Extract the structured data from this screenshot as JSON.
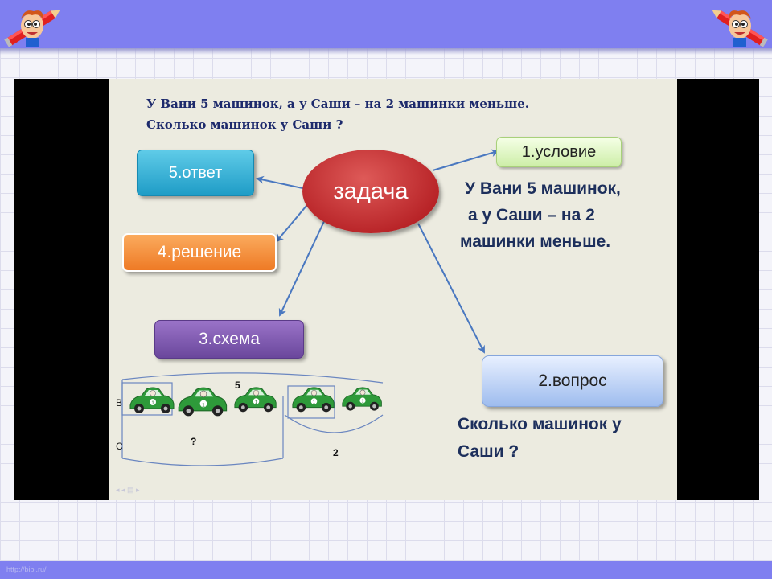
{
  "problem": {
    "line1": "У Вани 5 машинок, а у Саши – на 2 машинки меньше.",
    "line2": "Сколько машинок у  Саши ?"
  },
  "center": {
    "label": "задача"
  },
  "boxes": {
    "condition": "1.условие",
    "question": "2.вопрос",
    "scheme": "3.схема",
    "solution": "4.решение",
    "answer": "5.ответ"
  },
  "condition_text": [
    "У Вани 5 машинок,",
    "а у Саши –  на 2",
    "машинки меньше."
  ],
  "question_text": [
    "Сколько машинок  у",
    "Саши ?"
  ],
  "scheme": {
    "row_label_1": "В",
    "row_label_2": "С",
    "count_label": "5",
    "unknown_label": "?",
    "difference_label": "2",
    "cars": 5
  },
  "footer": {
    "url": "http://bibl.ru/",
    "slide_nav": "◂ ◂ ▤ ▸"
  },
  "colors": {
    "topbar": "#7f7ff0",
    "ellipse": "#c0292c",
    "text": "#1d2f5c"
  }
}
